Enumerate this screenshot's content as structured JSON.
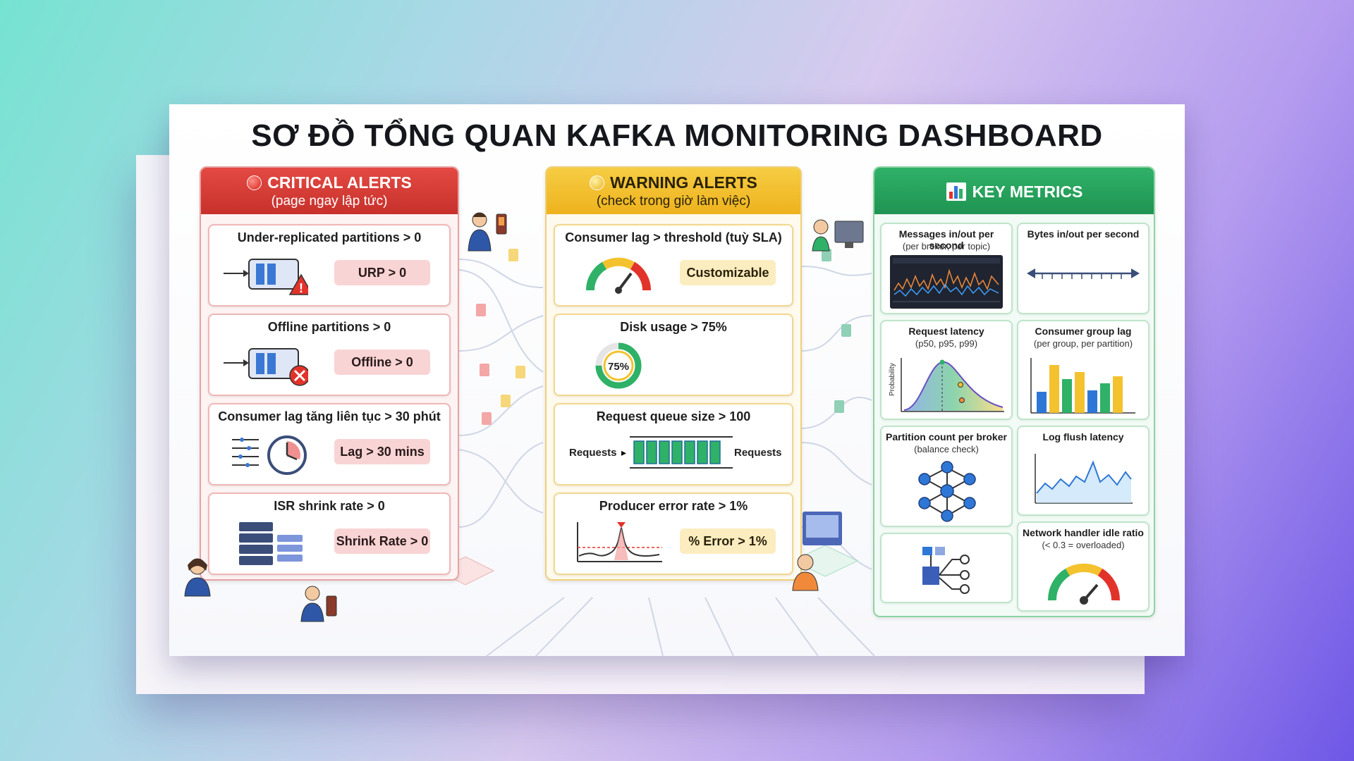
{
  "title": "SƠ ĐỒ TỔNG QUAN KAFKA MONITORING DASHBOARD",
  "critical": {
    "title": "CRITICAL ALERTS",
    "subtitle": "(page ngay lập tức)",
    "color": "#d8352f",
    "items": [
      {
        "title": "Under-replicated partitions > 0",
        "badge": "URP > 0",
        "icon": "partition-warning-icon"
      },
      {
        "title": "Offline partitions > 0",
        "badge": "Offline > 0",
        "icon": "partition-offline-icon"
      },
      {
        "title": "Consumer lag tăng liên tục > 30 phút",
        "badge": "Lag > 30 mins",
        "icon": "clock-icon"
      },
      {
        "title": "ISR shrink rate > 0",
        "badge": "Shrink Rate > 0",
        "icon": "server-stack-icon"
      }
    ]
  },
  "warning": {
    "title": "WARNING ALERTS",
    "subtitle": "(check trong giờ làm việc)",
    "color": "#f2be2c",
    "items": [
      {
        "title": "Consumer lag > threshold (tuỳ SLA)",
        "badge": "Customizable",
        "icon": "gauge-icon"
      },
      {
        "title": "Disk usage > 75%",
        "gauge_label": "75%",
        "gauge_value": 75,
        "icon": "donut-gauge-icon"
      },
      {
        "title": "Request queue size > 100",
        "left_label": "Requests",
        "right_label": "Requests",
        "icon": "queue-icon"
      },
      {
        "title": "Producer error rate > 1%",
        "badge": "% Error > 1%",
        "icon": "error-spike-icon"
      }
    ]
  },
  "metrics": {
    "title": "KEY METRICS",
    "color": "#22a45a",
    "items": [
      {
        "title": "Messages in/out per second",
        "subtitle": "(per broker, per topic)",
        "icon": "throughput-chart-icon"
      },
      {
        "title": "Bytes in/out per second",
        "subtitle": "",
        "icon": "bidirectional-arrow-icon"
      },
      {
        "title": "Request latency",
        "subtitle": "(p50, p95, p99)",
        "axis_label": "Probability",
        "icon": "distribution-curve-icon"
      },
      {
        "title": "Consumer group lag",
        "subtitle": "(per group, per partition)",
        "icon": "bar-chart-icon"
      },
      {
        "title": "Partition count per broker",
        "subtitle": "(balance check)",
        "icon": "network-nodes-icon"
      },
      {
        "title": "Log flush latency",
        "subtitle": "",
        "icon": "line-chart-icon"
      },
      {
        "title": "",
        "subtitle": "",
        "icon": "flow-diagram-icon"
      },
      {
        "title": "Network handler idle ratio",
        "subtitle": "(< 0.3 = overloaded)",
        "icon": "gauge-icon"
      }
    ]
  }
}
